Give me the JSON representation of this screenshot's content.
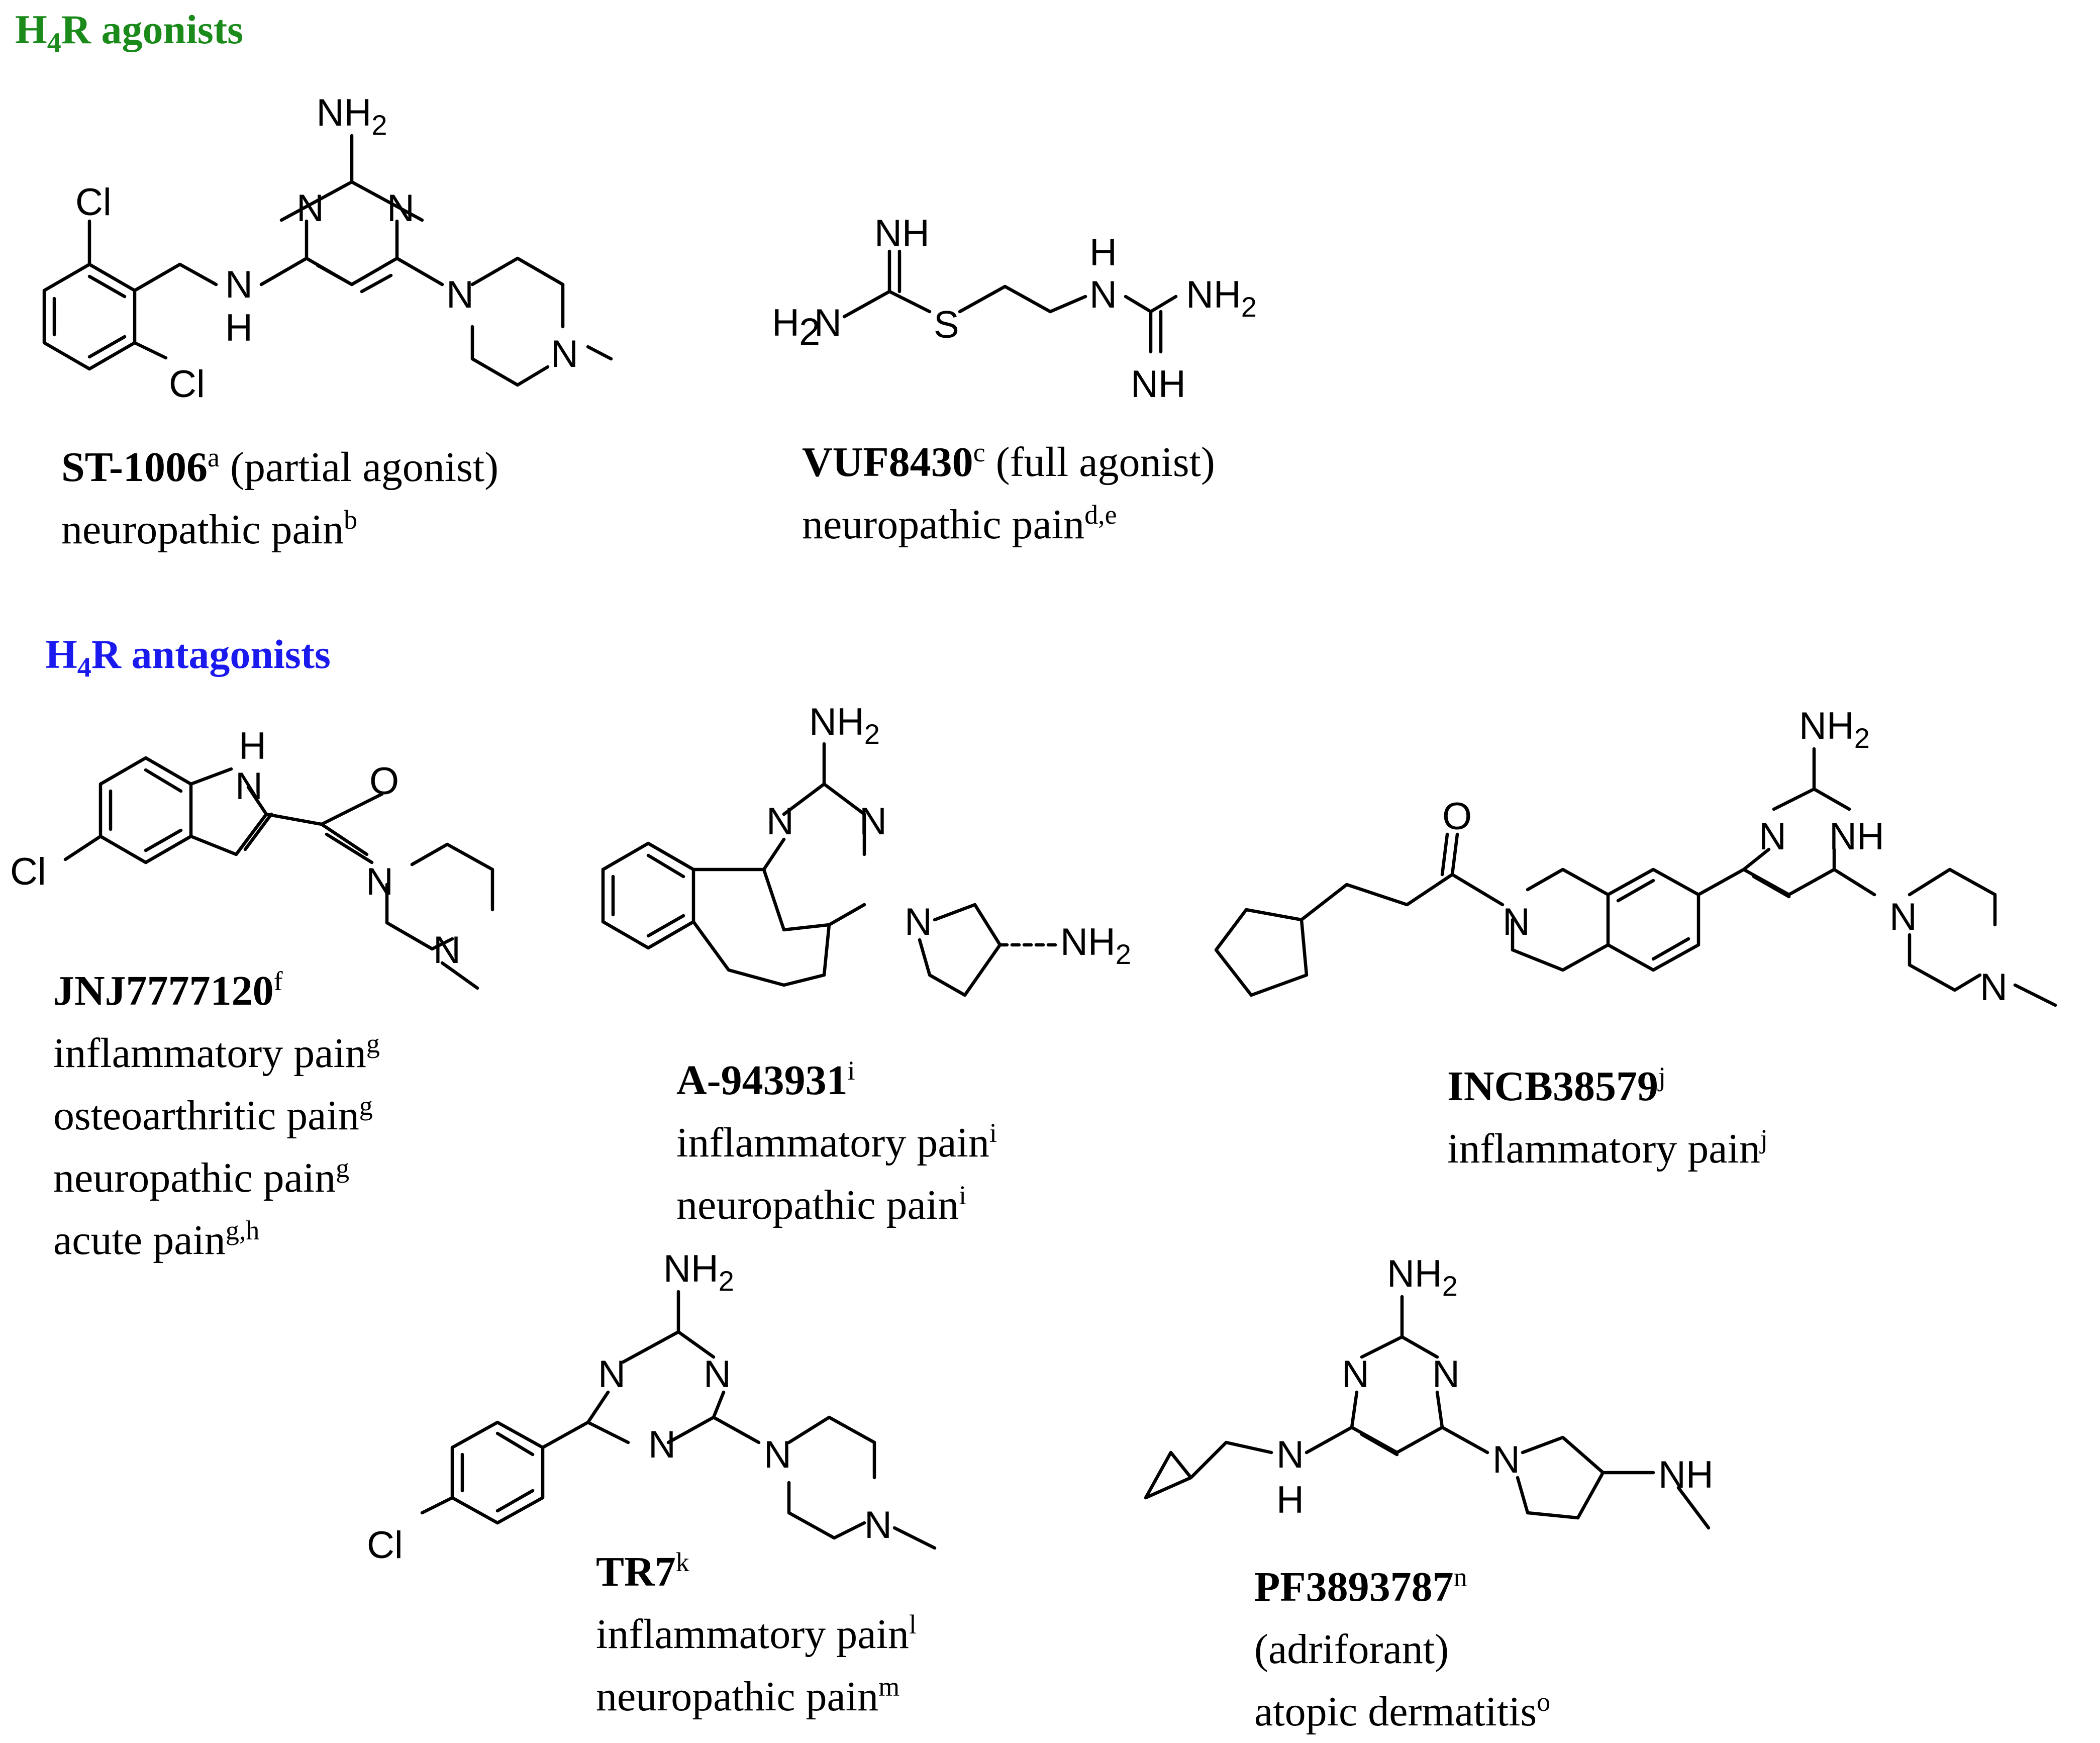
{
  "colors": {
    "agonist_heading": "#1a8a1a",
    "antagonist_heading": "#1a1aee",
    "ink": "#000000"
  },
  "headings": {
    "agonists": {
      "prefix": "H",
      "sub": "4",
      "suffix": "R agonists"
    },
    "antagonists": {
      "prefix": "H",
      "sub": "4",
      "suffix": "R antagonists"
    }
  },
  "compounds": [
    {
      "name": "ST-1006",
      "ref": "a",
      "note": " (partial agonist)",
      "lines": [
        {
          "text": "neuropathic pain",
          "ref": "b"
        }
      ]
    },
    {
      "name": "VUF8430",
      "ref": "c",
      "note": " (full agonist)",
      "lines": [
        {
          "text": "neuropathic pain",
          "ref": "d,e"
        }
      ]
    },
    {
      "name": "JNJ7777120",
      "ref": "f",
      "note": "",
      "lines": [
        {
          "text": "inflammatory pain",
          "ref": "g"
        },
        {
          "text": "osteoarthritic pain",
          "ref": "g"
        },
        {
          "text": "neuropathic pain",
          "ref": "g"
        },
        {
          "text": "acute pain",
          "ref": "g,h"
        }
      ]
    },
    {
      "name": "A-943931",
      "ref": "i",
      "note": "",
      "lines": [
        {
          "text": "inflammatory pain",
          "ref": "i"
        },
        {
          "text": "neuropathic pain",
          "ref": "i"
        }
      ]
    },
    {
      "name": "INCB38579",
      "ref": "j",
      "note": "",
      "lines": [
        {
          "text": "inflammatory pain",
          "ref": "j"
        }
      ]
    },
    {
      "name": "TR7",
      "ref": "k",
      "note": "",
      "lines": [
        {
          "text": "inflammatory pain",
          "ref": "l"
        },
        {
          "text": "neuropathic pain",
          "ref": "m"
        }
      ]
    },
    {
      "name": "PF3893787",
      "ref": "n",
      "note": "",
      "lines": [
        {
          "text": "(adriforant)",
          "ref": ""
        },
        {
          "text": "atopic dermatitis",
          "ref": "o"
        }
      ]
    }
  ],
  "atom_labels": {
    "nh2": "NH",
    "two": "2",
    "n": "N",
    "h": "H",
    "cl": "Cl",
    "s": "S",
    "nh": "NH",
    "o": "O",
    "h2n_h": "H",
    "h2n_n": "N"
  }
}
